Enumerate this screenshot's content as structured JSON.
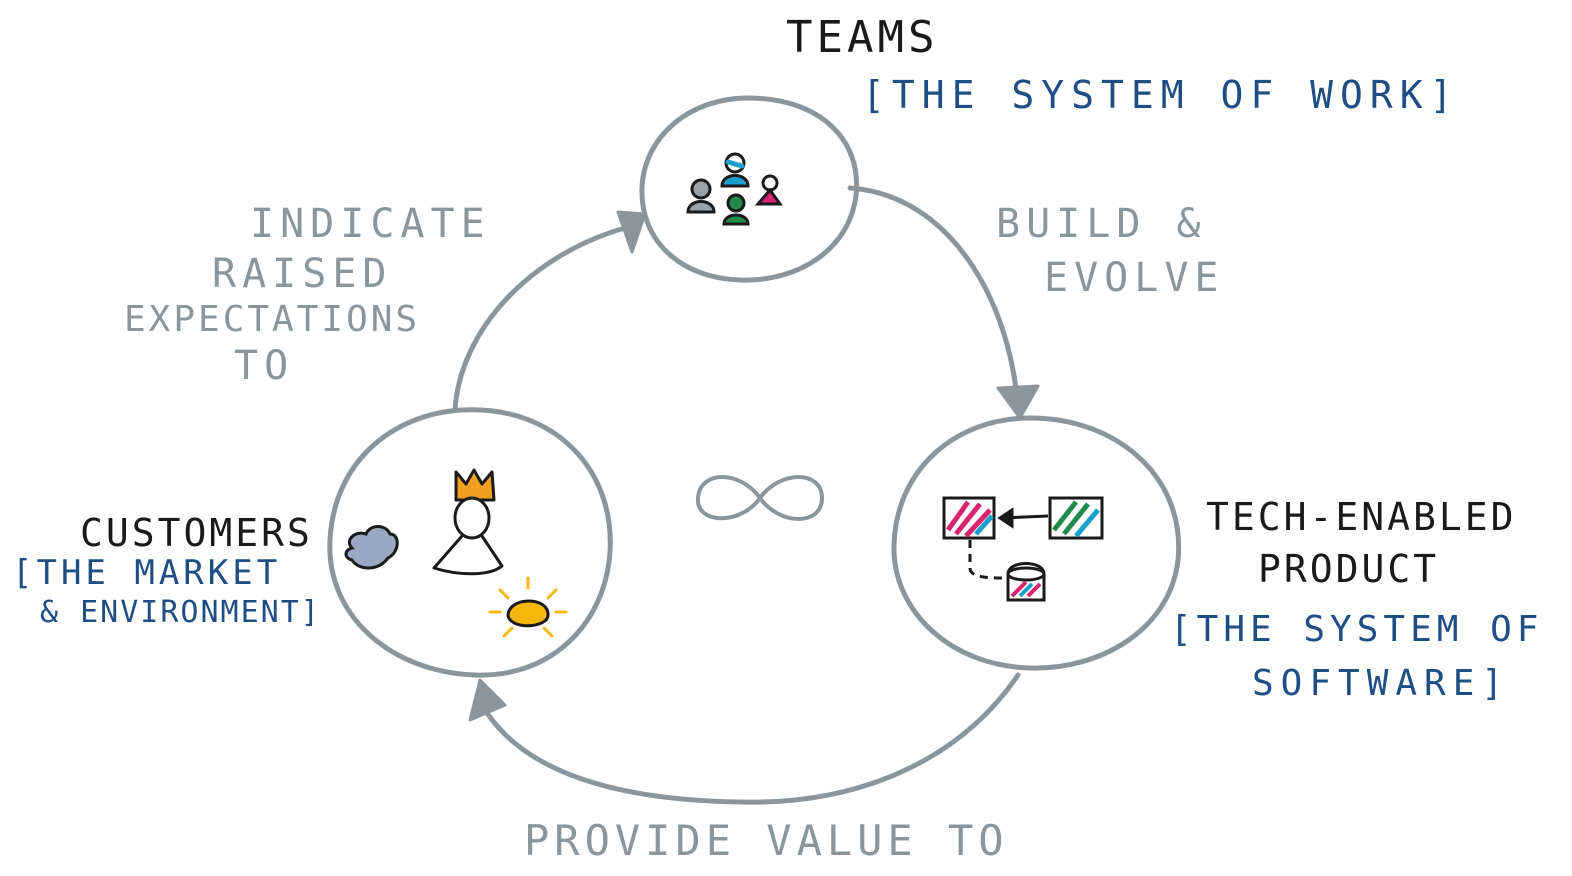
{
  "nodes": {
    "teams": {
      "title": "TEAMS",
      "subtitle": "[THE SYSTEM OF WORK]"
    },
    "product": {
      "title_line1": "TECH-ENABLED",
      "title_line2": "PRODUCT",
      "subtitle_line1": "[THE SYSTEM OF",
      "subtitle_line2": "SOFTWARE]"
    },
    "customers": {
      "title": "CUSTOMERS",
      "subtitle_line1": "[THE MARKET",
      "subtitle_line2": "& ENVIRONMENT]"
    }
  },
  "edges": {
    "teams_to_product": {
      "line1": "BUILD &",
      "line2": "EVOLVE"
    },
    "product_to_customers": {
      "line1": "PROVIDE VALUE TO"
    },
    "customers_to_teams": {
      "line1": "INDICATE",
      "line2": "RAISED",
      "line3": "EXPECTATIONS",
      "line4": "TO"
    }
  },
  "colors": {
    "stroke": "#8a969c",
    "title": "#1a1a1a",
    "subtitle": "#1f4e85",
    "edge_label": "#8a969c",
    "crown": "#f0a020",
    "sun": "#f5b70a",
    "magenta": "#d6246e",
    "green": "#1f8a4c",
    "cyan": "#1aa0cc",
    "cloud": "#9aa8c4"
  },
  "icons": [
    "people-group-icon",
    "king-icon",
    "cloud-icon",
    "sun-icon",
    "screen-icon",
    "database-icon",
    "infinity-icon"
  ]
}
